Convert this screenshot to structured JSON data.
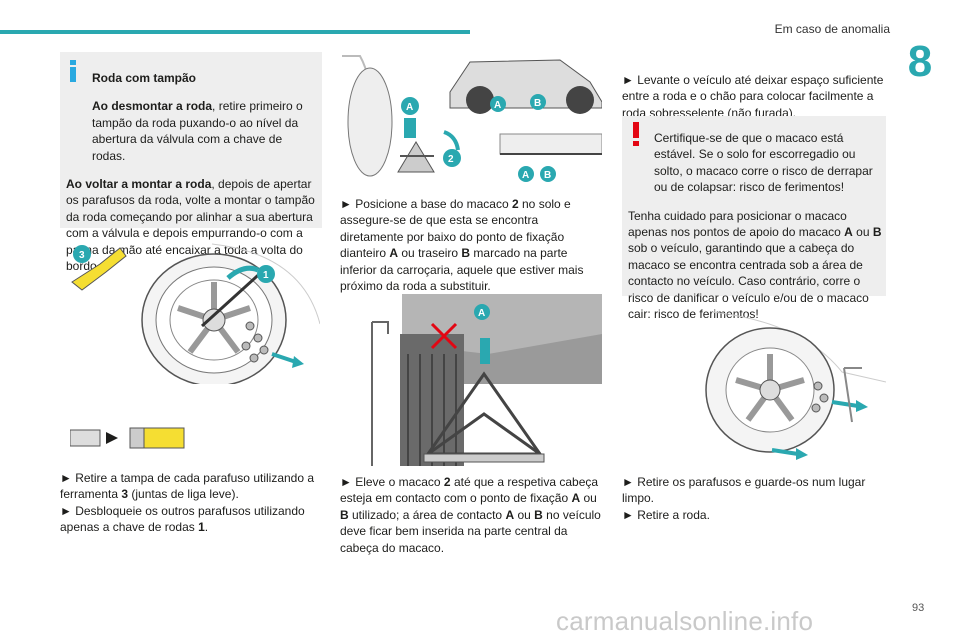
{
  "header": {
    "title": "Em caso de anomalia",
    "chapter": "8"
  },
  "col1": {
    "note": {
      "title": "Roda com tampão",
      "p1_bold": "Ao desmontar a roda",
      "p1_rest": ", retire primeiro o tampão da roda puxando-o ao nível da abertura da válvula com a chave de rodas.",
      "p2_bold": "Ao voltar a montar a roda",
      "p2_rest": ", depois de apertar os parafusos da roda, volte a montar o tampão da roda começando por alinhar a sua abertura com a válvula e depois empurrando-o com a palma da mão até encaixar a toda a volta do bordo."
    },
    "fig_labels": {
      "tool": "3",
      "wrench": "1"
    },
    "step1_a": "► Retire a tampa de cada parafuso utilizando a ferramenta ",
    "step1_num": "3",
    "step1_b": " (juntas de liga leve).",
    "step2_a": "► Desbloqueie os outros parafusos utilizando apenas a chave de rodas ",
    "step2_num": "1",
    "step2_b": "."
  },
  "col2": {
    "fig_labels": {
      "a": "A",
      "b": "B",
      "jack": "2"
    },
    "step3": {
      "t1": "► Posicione a base do macaco ",
      "n1": "2",
      "t2": " no solo e assegure-se de que esta se encontra diretamente por baixo do ponto de fixação dianteiro ",
      "n2": "A",
      "t3": " ou traseiro ",
      "n3": "B",
      "t4": " marcado na parte inferior da carroçaria, aquele que estiver mais próximo da roda a substituir."
    },
    "step4": {
      "t1": "► Eleve o macaco ",
      "n1": "2",
      "t2": " até que a respetiva cabeça esteja em contacto com o ponto de fixação ",
      "n2": "A",
      "t3": " ou ",
      "n3": "B",
      "t4": " utilizado; a área de contacto ",
      "n4": "A",
      "t5": " ou ",
      "n5": "B",
      "t6": " no veículo deve ficar bem inserida na parte central da cabeça do macaco."
    }
  },
  "col3": {
    "step5": "► Levante o veículo até deixar espaço suficiente entre a roda e o chão para colocar facilmente a roda sobresselente (não furada).",
    "warning": {
      "t1": "Certifique-se de que o macaco está estável. Se o solo for escorregadio ou solto, o macaco corre o risco de derrapar ou de colapsar: risco de ferimentos!",
      "t2": "Tenha cuidado para posicionar o macaco apenas nos pontos de apoio do macaco ",
      "n1": "A",
      "t3": " ou ",
      "n2": "B",
      "t4": " sob o veículo, garantindo que a cabeça do macaco se encontra centrada sob a área de contacto no veículo. Caso contrário, corre o risco de danificar o veículo e/ou de o macaco cair: risco de ferimentos!"
    },
    "step6": "► Retire os parafusos e guarde-os num lugar limpo.",
    "step7": "► Retire a roda."
  },
  "footer": {
    "watermark": "carmanualsonline.info",
    "page": "93"
  },
  "colors": {
    "accent": "#2aa8b0",
    "note_bg": "#eeeeee",
    "warning_red": "#e30613",
    "info_blue": "#29a9e0"
  }
}
